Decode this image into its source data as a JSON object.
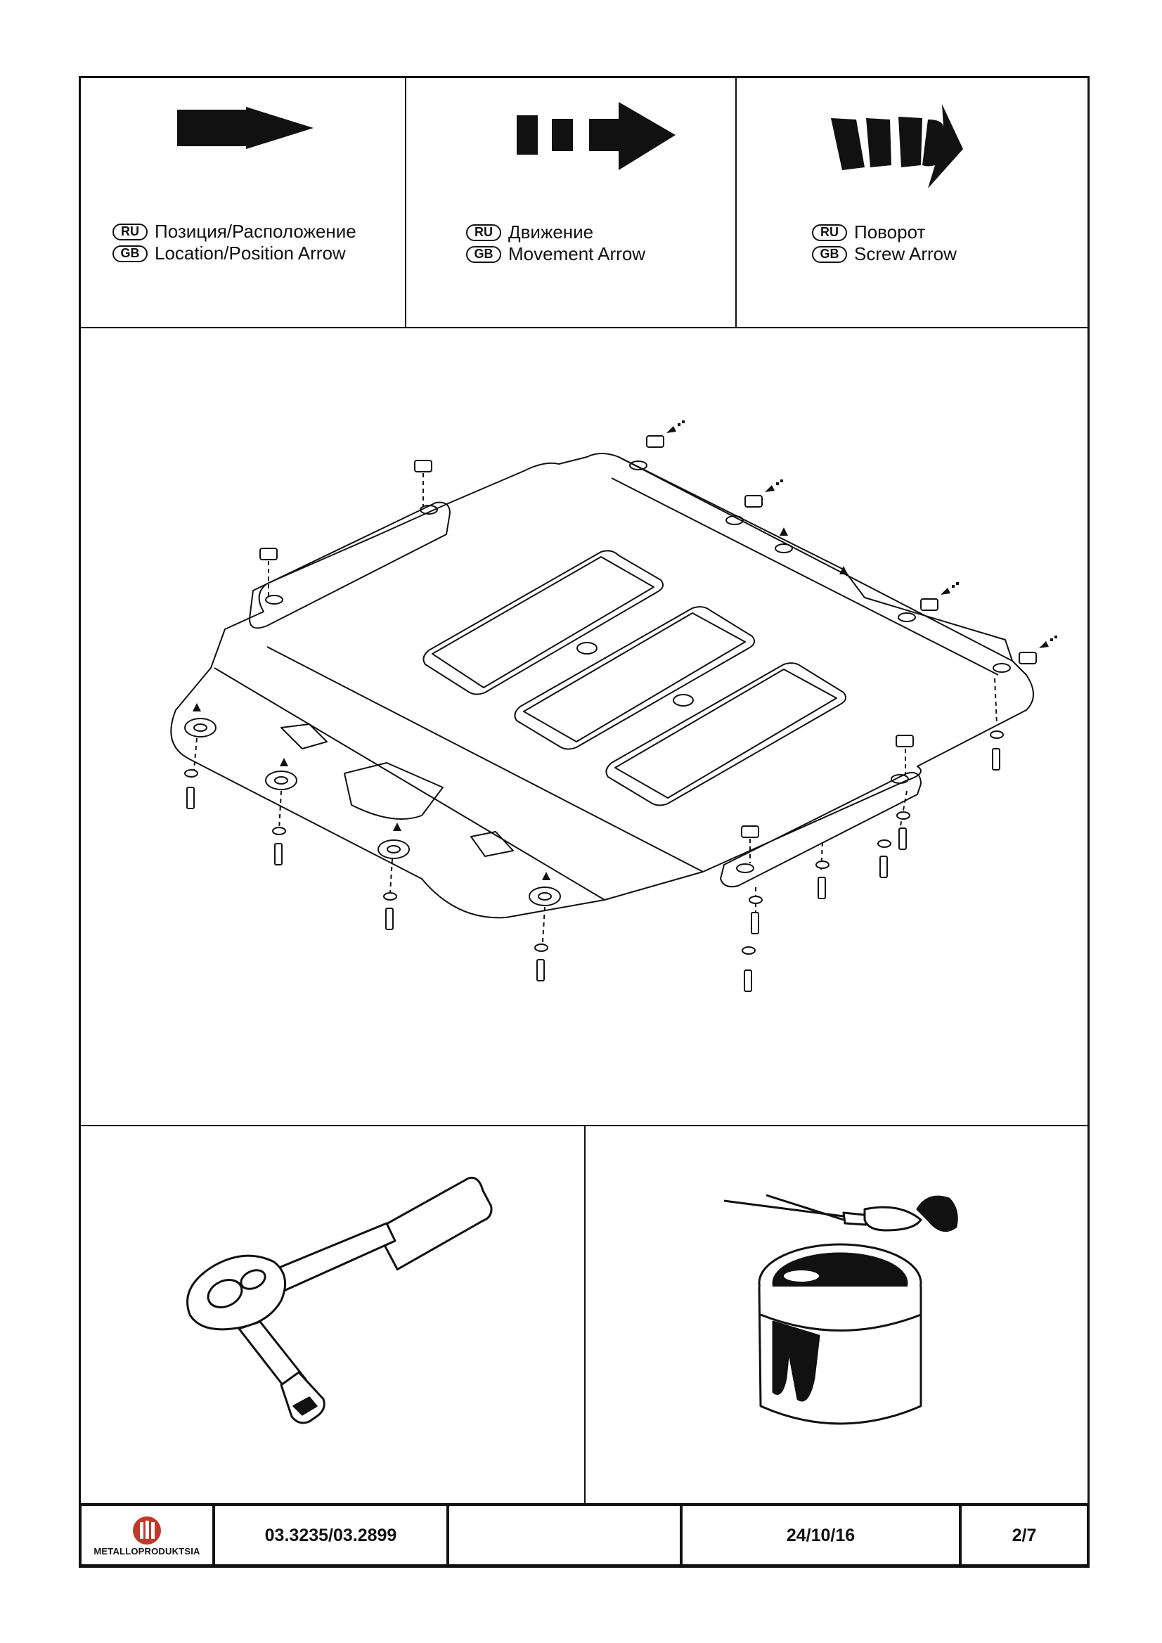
{
  "legend": [
    {
      "name": "location-arrow",
      "ru_badge": "RU",
      "ru_text": "Позиция/Расположение",
      "gb_badge": "GB",
      "gb_text": "Location/Position Arrow",
      "icon": "solid-arrow-icon"
    },
    {
      "name": "movement-arrow",
      "ru_badge": "RU",
      "ru_text": "Движение",
      "gb_badge": "GB",
      "gb_text": "Movement Arrow",
      "icon": "dashed-arrow-icon"
    },
    {
      "name": "screw-arrow",
      "ru_badge": "RU",
      "ru_text": "Поворот",
      "gb_badge": "GB",
      "gb_text": "Screw Arrow",
      "icon": "curved-arrow-icon"
    }
  ],
  "footer": {
    "logo_text": "METALLOPRODUKTSIA",
    "part_number": "03.3235/03.2899",
    "blank": "",
    "date": "24/10/16",
    "page": "2/7"
  },
  "colors": {
    "line": "#111111",
    "brand_red": "#c0392b",
    "paper": "#ffffff"
  }
}
